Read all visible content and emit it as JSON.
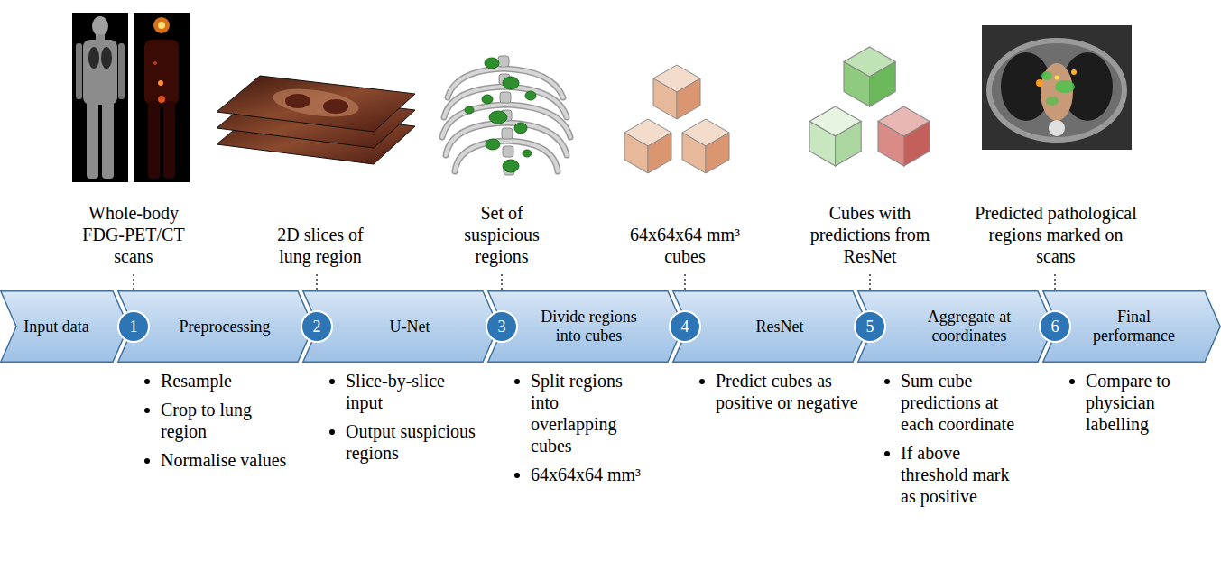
{
  "diagram": {
    "nodes": [
      {
        "text": [
          "Input data"
        ]
      },
      {
        "text": [
          "1"
        ]
      },
      {
        "text": [
          "Preprocessing"
        ]
      },
      {
        "text": [
          "2"
        ]
      },
      {
        "text": [
          "U-Net"
        ]
      },
      {
        "text": [
          "3"
        ]
      },
      {
        "text": [
          "Divide regions into cubes"
        ]
      },
      {
        "text": [
          "4"
        ]
      },
      {
        "text": [
          "ResNet"
        ]
      },
      {
        "text": [
          "5"
        ]
      },
      {
        "text": [
          "Aggregate at coordinates"
        ]
      },
      {
        "text": [
          "6"
        ]
      },
      {
        "text": [
          "Final performance"
        ]
      }
    ],
    "labels": [
      "Whole-body FDG-PET/CT scans",
      "2D slices of lung region",
      "Set of suspicious regions",
      "64x64x64 mm³ cubes",
      "Cubes with predictions from ResNet",
      "Predicted pathological regions marked on scans",
      "Resample",
      "Crop to lung region",
      "Normalise values",
      "Slice-by-slice input",
      "Output suspicious regions",
      "Split regions into overlapping cubes",
      "64x64x64 mm³",
      "Predict cubes as positive or negative",
      "Sum cube predictions at each coordinate",
      "If above threshold mark as positive",
      "Compare to physician labelling"
    ]
  }
}
